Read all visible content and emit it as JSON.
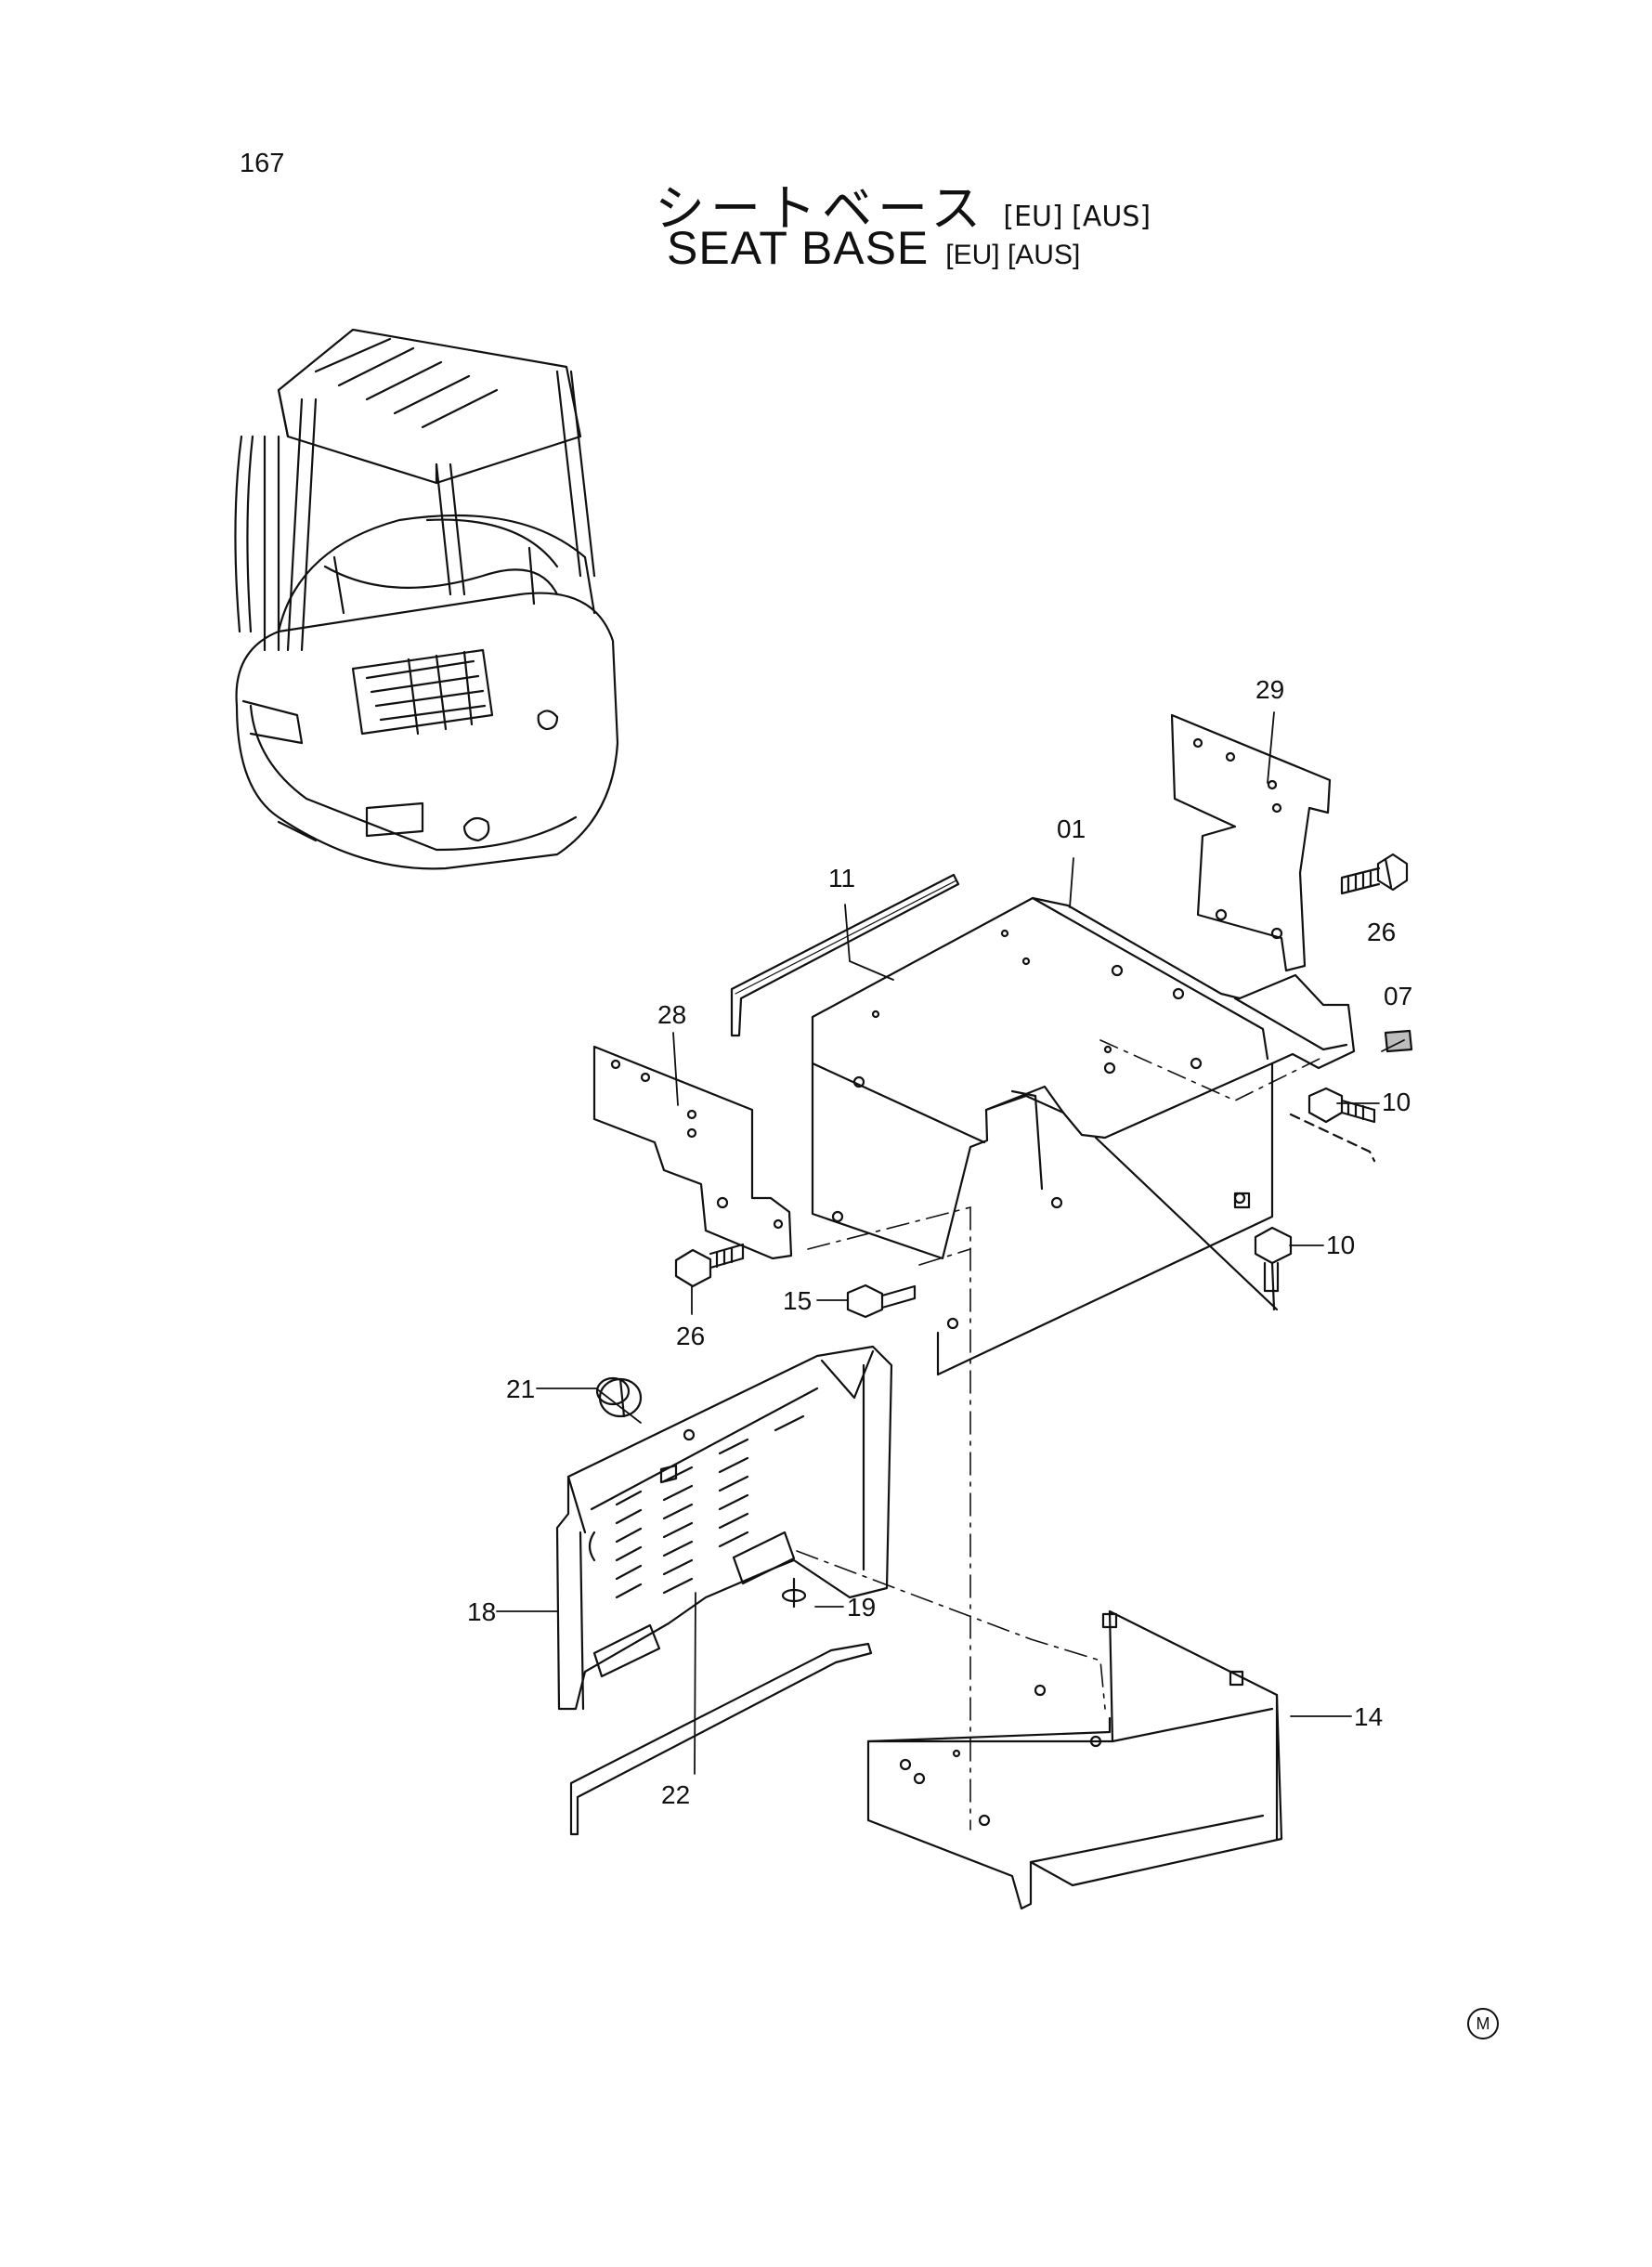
{
  "page_number": "167",
  "title": {
    "jp": "シートベース",
    "en": "SEAT BASE",
    "region_jp": "[EU] [AUS]",
    "region_en": "[EU] [AUS]"
  },
  "callouts": [
    "29",
    "01",
    "11",
    "26",
    "07",
    "28",
    "10",
    "10",
    "26",
    "15",
    "21",
    "18",
    "19",
    "22",
    "14"
  ],
  "footer_mark": "M"
}
